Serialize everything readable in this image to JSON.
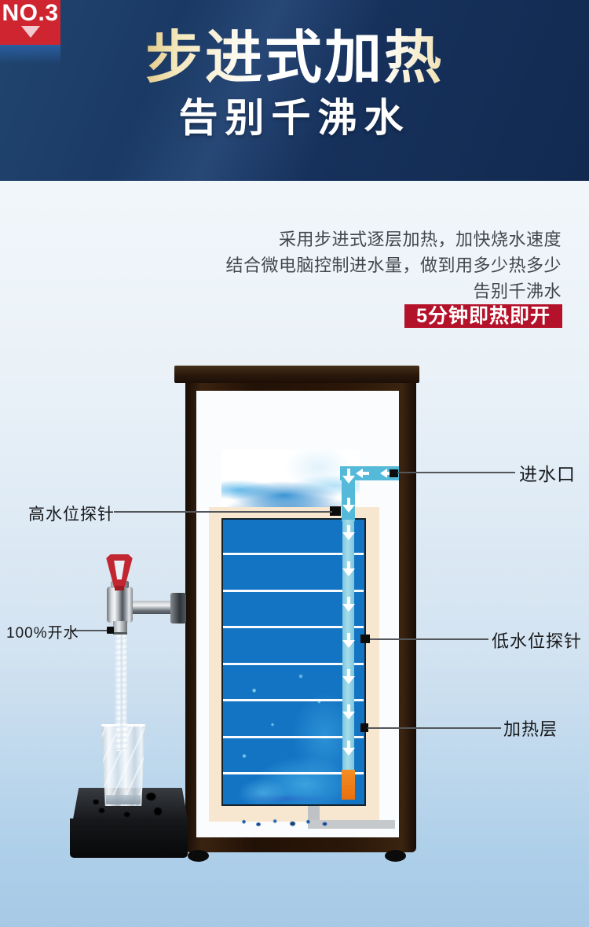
{
  "header": {
    "badge_label": "NO.3",
    "title_line1": "步进式加热",
    "title_line2": "告别千沸水"
  },
  "intro": {
    "lines": [
      "采用步进式逐层加热，加快烧水速度",
      "结合微电脑控制进水量，做到用多少热多少",
      "告别千沸水"
    ],
    "highlight_badge": "5分钟即热即开"
  },
  "diagram": {
    "labels": {
      "inlet": "进水口",
      "high_probe": "高水位探针",
      "boiled_water": "100%开水",
      "low_probe": "低水位探针",
      "heating_layer": "加热层"
    },
    "layer_line_count": 7,
    "flow_arrow_count": 7,
    "inlet_arrow_count": 2
  },
  "colors": {
    "header_navy": "#17335f",
    "accent_red": "#b4122a",
    "badge_red": "#cf2531",
    "title_gold": "#d8b560",
    "tank_blue": "#1474c4",
    "pipe_teal": "#55bad9",
    "lining_beige": "#f8e7d0",
    "heater_orange": "#ef7d12",
    "frame_brown": "#2a160b"
  }
}
